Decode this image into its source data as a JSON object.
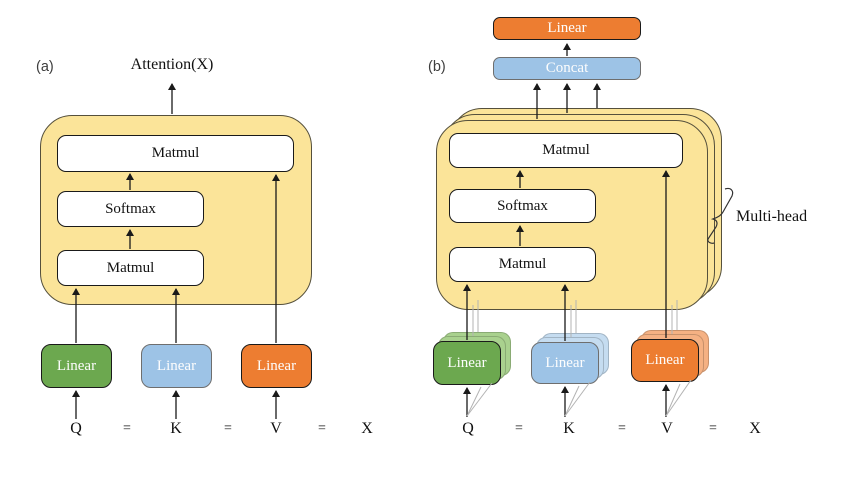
{
  "colors": {
    "yellow": "#FBE499",
    "yellow_border": "#55503C",
    "green": "#6CA84F",
    "green_light": "#A9D18E",
    "blue": "#9DC3E6",
    "blue_light": "#C5DCF0",
    "orange": "#ED7D31",
    "orange_light": "#F5B183",
    "line": "#1a1a1a",
    "line_gray": "#b3b3b3"
  },
  "panel_a": {
    "label": "(a)",
    "output": "Attention(X)",
    "matmul_top": "Matmul",
    "softmax": "Softmax",
    "matmul_bottom": "Matmul",
    "linear_q": "Linear",
    "linear_k": "Linear",
    "linear_v": "Linear",
    "equation": [
      "Q",
      "=",
      "K",
      "=",
      "V",
      "=",
      "X"
    ]
  },
  "panel_b": {
    "label": "(b)",
    "linear_out": "Linear",
    "concat": "Concat",
    "matmul_top": "Matmul",
    "softmax": "Softmax",
    "matmul_bottom": "Matmul",
    "linear_q": "Linear",
    "linear_k": "Linear",
    "linear_v": "Linear",
    "multihead": "Multi-head",
    "equation": [
      "Q",
      "=",
      "K",
      "=",
      "V",
      "=",
      "X"
    ]
  }
}
